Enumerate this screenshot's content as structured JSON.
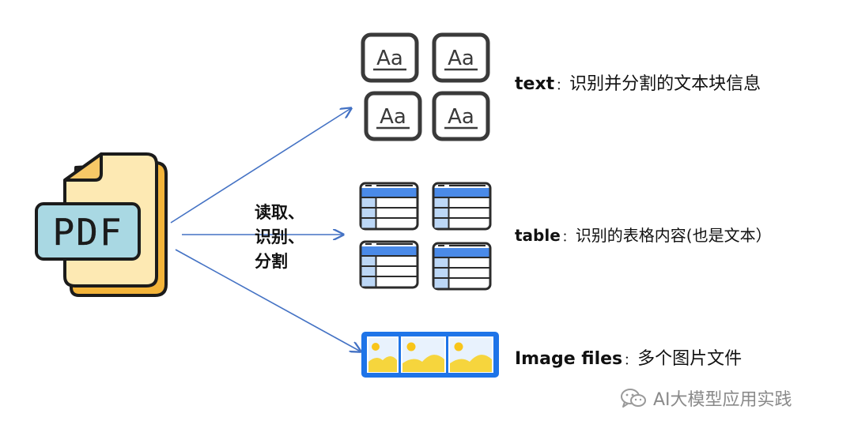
{
  "pdf": {
    "label": "PDF"
  },
  "process": {
    "line1": "读取、",
    "line2": "识别、",
    "line3": "分割"
  },
  "outputs": [
    {
      "key": "text",
      "sep": "：",
      "desc": "识别并分割的文本块信息"
    },
    {
      "key": "table",
      "sep": "：",
      "desc": "识别的表格内容(也是文本）"
    },
    {
      "key": "Image files",
      "sep": "：",
      "desc": "多个图片文件"
    }
  ],
  "text_icons": {
    "glyph": "Aa",
    "count": 4
  },
  "watermark": {
    "text": "AI大模型应用实践",
    "icon": "wechat-icon"
  },
  "colors": {
    "arrow": "#4472c4",
    "pdf_page": "#fde9b3",
    "pdf_page_back": "#f3b43a",
    "pdf_fold": "#f7c867",
    "pdf_label_bg": "#a9d8e3",
    "table_header": "#4a8ae8",
    "table_side": "#bcd7f6",
    "image_border": "#1e74e8",
    "image_bg": "#e8f2fd",
    "image_sun": "#f8c51a",
    "image_hill": "#f6d53d",
    "icon_stroke": "#3a3a3a"
  }
}
